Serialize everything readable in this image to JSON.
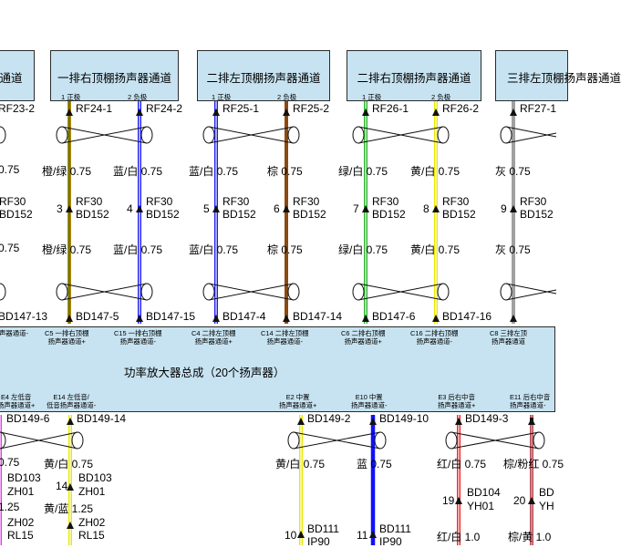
{
  "top_boxes": [
    {
      "title": "一排右顶棚扬声器通道",
      "pos_label": "1 正极",
      "neg_label": "2 负极"
    },
    {
      "title": "二排左顶棚扬声器通道",
      "pos_label": "1 正极",
      "neg_label": "2 负极"
    },
    {
      "title": "二排右顶棚扬声器通道",
      "pos_label": "1 正极",
      "neg_label": "2 负极"
    },
    {
      "title": "三排左顶棚扬声器通道"
    }
  ],
  "partial_box_title": "器通道",
  "partial_connector": "RF23-2",
  "connectors_top": [
    "RF24-1",
    "RF24-2",
    "RF25-1",
    "RF25-2",
    "RF26-1",
    "RF26-2",
    "RF27-1"
  ],
  "wire_specs_upper": [
    "0.75",
    "橙/绿 0.75",
    "蓝/白 0.75",
    "蓝/白 0.75",
    "棕 0.75",
    "绿/白 0.75",
    "黄/白 0.75",
    "灰 0.75"
  ],
  "inline_connector": {
    "left_partial": [
      "RF30",
      "BD152"
    ],
    "pins": [
      "3",
      "4",
      "5",
      "6",
      "7",
      "8",
      "9"
    ],
    "name": "RF30",
    "code": "BD152"
  },
  "wire_specs_lower": [
    "0.75",
    "橙/绿 0.75",
    "蓝/白 0.75",
    "蓝/白 0.75",
    "棕 0.75",
    "绿/白 0.75",
    "黄/白 0.75",
    "灰 0.75"
  ],
  "connectors_bottom": [
    "BD147-13",
    "BD147-5",
    "BD147-15",
    "BD147-4",
    "BD147-14",
    "BD147-6",
    "BD147-16"
  ],
  "amp": {
    "title": "功率放大器总成（20个扬声器）",
    "top_pin_labels": [
      [
        "声器通道-",
        ""
      ],
      [
        "C5 一排右顶棚",
        "扬声器通道+"
      ],
      [
        "C15 一排右顶棚",
        "扬声器通道-"
      ],
      [
        "C4 二排左顶棚",
        "扬声器通道+"
      ],
      [
        "C14 二排左顶棚",
        "扬声器通道-"
      ],
      [
        "C6 二排右顶棚",
        "扬声器通道+"
      ],
      [
        "C16 二排右顶棚",
        "扬声器通道-"
      ],
      [
        "C8 三排左顶",
        "扬声器通道"
      ]
    ],
    "bottom_pin_labels": [
      [
        "E4 左低音",
        "扬声器通道+"
      ],
      [
        "E14 左低音/",
        "低音扬声器通道-"
      ],
      [
        "E2 中置",
        "扬声器通道+"
      ],
      [
        "E10 中置",
        "扬声器通道-"
      ],
      [
        "E3 后右中音",
        "扬声器通道+"
      ],
      [
        "E11 后右中音",
        "扬声器通道-"
      ]
    ]
  },
  "connectors_amp_bottom": [
    "BD149-6",
    "BD149-14",
    "BD149-2",
    "BD149-10",
    "BD149-3"
  ],
  "wire_specs_bottom": [
    "0.75",
    "黄/白 0.75",
    "黄/白 0.75",
    "蓝 0.75",
    "红/白 0.75",
    "棕/粉红 0.75"
  ],
  "bottom_inline": {
    "pin14": "14",
    "c1_partial": [
      "BD103",
      "ZH01"
    ],
    "c1": [
      "BD103",
      "ZH01"
    ],
    "pin19": "19",
    "c3": [
      "BD104",
      "YH01"
    ],
    "pin20": "20",
    "c4_partial": [
      "BD",
      "YH"
    ]
  },
  "wire_specs_bottom2": [
    "1.25",
    "黄/蓝 1.25",
    "红/白 1.0",
    "棕/黄 1.0"
  ],
  "bottom_conn2": {
    "c1_partial": [
      "ZH02",
      "RL15"
    ],
    "c1": [
      "ZH02",
      "RL15"
    ],
    "pin10": "10",
    "c2": [
      "BD111",
      "IP90"
    ],
    "pin11": "11",
    "c3": [
      "BD111",
      "IP90"
    ]
  },
  "colors": {
    "box_fill": "#c7e3f1",
    "orange_green": "#b8860b",
    "blue_white": "#1c1cf0",
    "brown": "#8b4a10",
    "green_white": "#2bb52b",
    "yellow_white": "#e8e800",
    "grey": "#a0a0a0",
    "magenta": "#e040e0",
    "blue": "#1010ff",
    "red_white": "#ee2222",
    "brown_pink": "#b05050"
  }
}
